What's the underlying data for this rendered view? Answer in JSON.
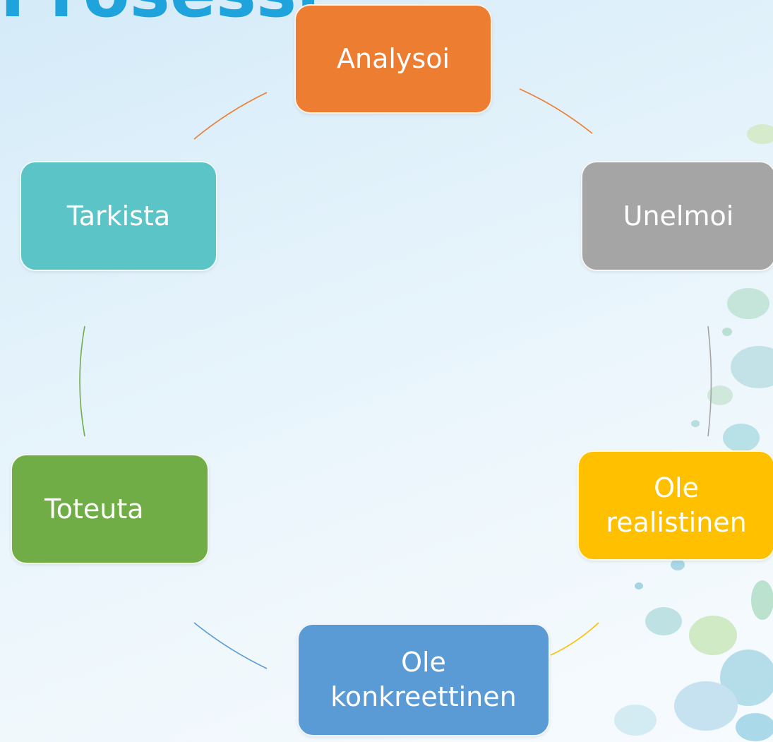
{
  "title": "Prosessi",
  "steps": [
    {
      "label": "Analysoi",
      "color": "#ed7d31"
    },
    {
      "label": "Unelmoi",
      "color": "#a5a5a5"
    },
    {
      "label": "Ole realistinen",
      "color": "#ffc000"
    },
    {
      "label": "Ole konkreettinen",
      "color": "#5b9bd5"
    },
    {
      "label": "Toteuta",
      "color": "#70ad47"
    },
    {
      "label": "Tarkista",
      "color": "#5bc4c7"
    }
  ]
}
